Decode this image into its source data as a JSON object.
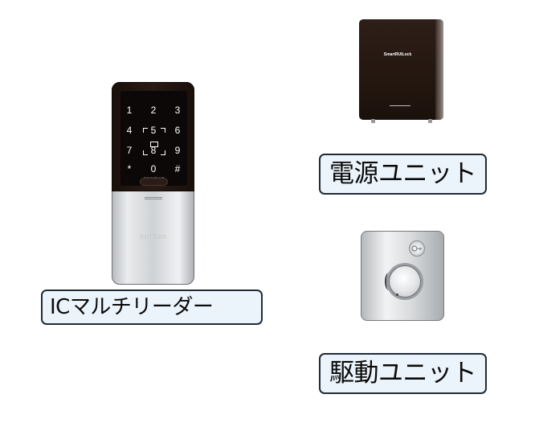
{
  "products": {
    "reader": {
      "keys": [
        "1",
        "2",
        "3",
        "4",
        "5",
        "6",
        "7",
        "8",
        "9",
        "*",
        "0",
        "#"
      ],
      "wake_text": "▼WAKE UP",
      "logo": "SmartRUILock"
    },
    "power_unit": {
      "logo": "SmartRUILock"
    }
  },
  "labels": {
    "ic_reader": "ICマルチリーダー",
    "power_unit": "電源ユニット",
    "drive_unit": "駆動ユニット"
  }
}
